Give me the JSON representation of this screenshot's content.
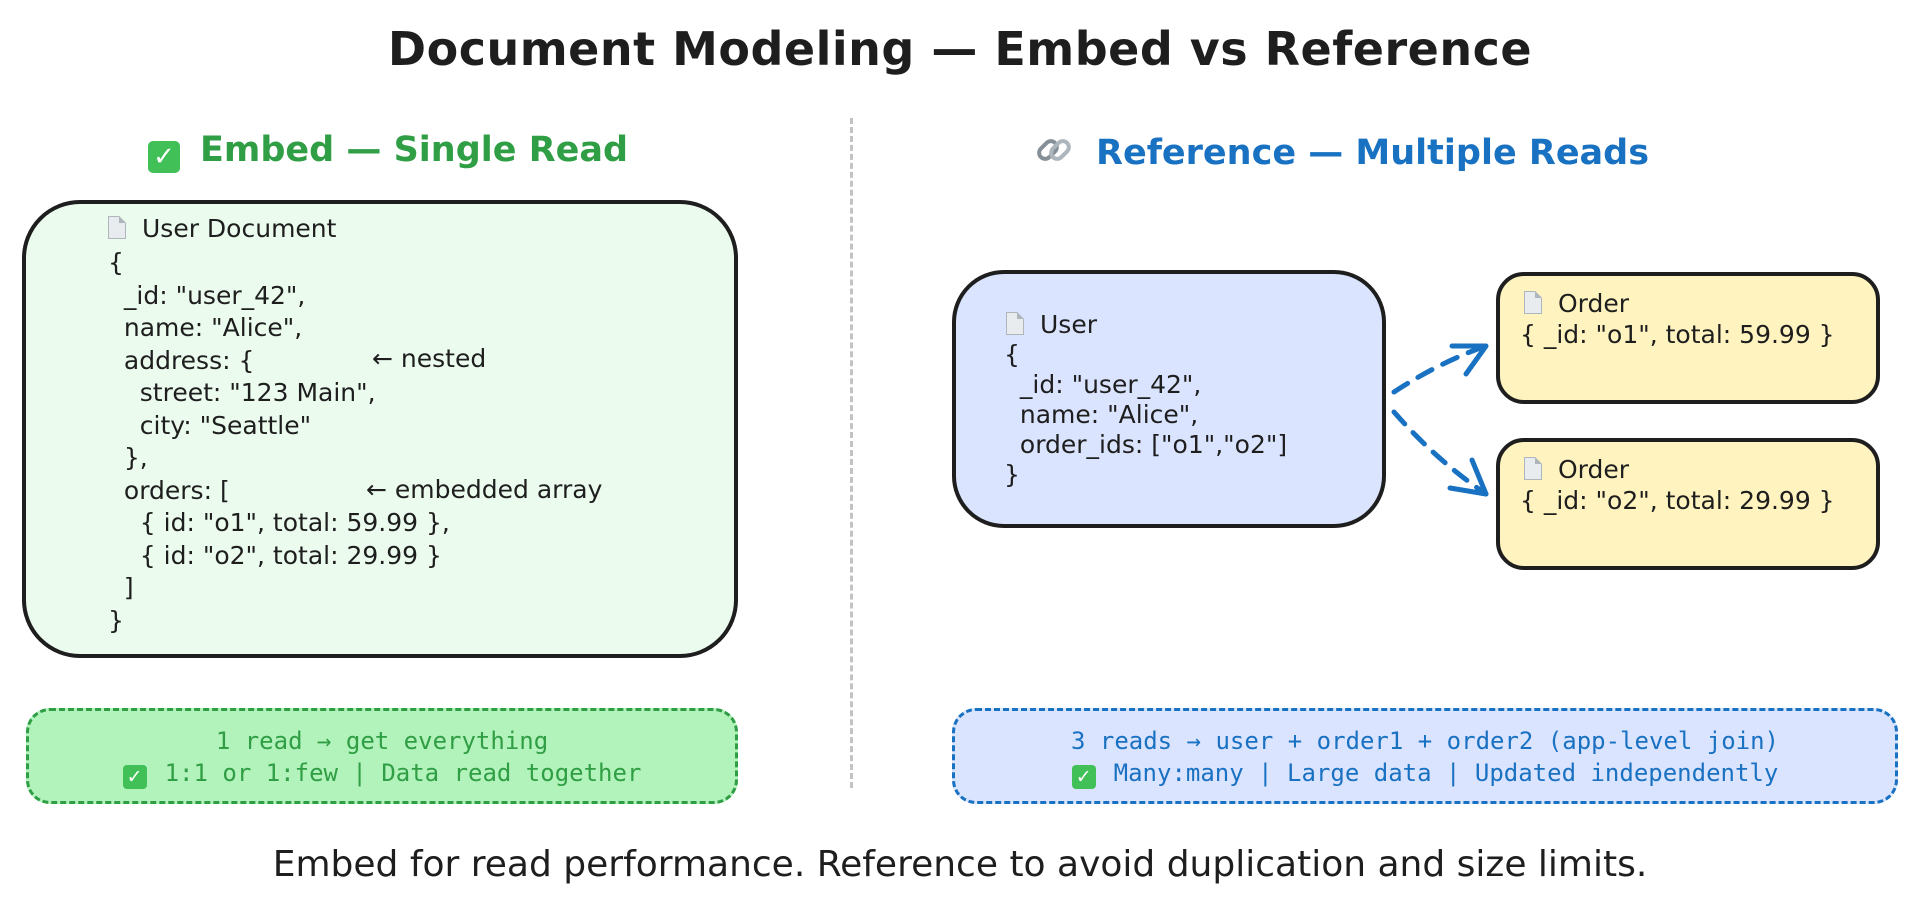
{
  "title": "Document Modeling — Embed vs Reference",
  "embed": {
    "heading": "Embed — Single Read",
    "doc_title": "User Document",
    "code": "{\n  _id: \"user_42\",\n  name: \"Alice\",\n  address: {\n    street: \"123 Main\",\n    city: \"Seattle\"\n  },\n  orders: [\n    { id: \"o1\", total: 59.99 },\n    { id: \"o2\", total: 29.99 }\n  ]\n}",
    "note_nested": "← nested",
    "note_array": "← embedded array",
    "summary_line1": "1 read → get everything",
    "summary_line2": "1:1 or 1:few | Data read together"
  },
  "reference": {
    "heading": "Reference — Multiple Reads",
    "user_title": "User",
    "user_code": "{\n  _id: \"user_42\",\n  name: \"Alice\",\n  order_ids: [\"o1\",\"o2\"]\n}",
    "order1_title": "Order",
    "order1_value": "{ _id: \"o1\", total: 59.99 }",
    "order2_title": "Order",
    "order2_value": "{ _id: \"o2\", total: 29.99 }",
    "summary_line1": "3 reads → user + order1 + order2 (app-level join)",
    "summary_line2": "Many:many | Large data | Updated independently"
  },
  "footer": "Embed for read performance. Reference to avoid duplication and size limits.",
  "icons": {
    "embed_heading": "check-icon",
    "reference_heading": "link-icon",
    "documents": "document-icon"
  },
  "colors": {
    "embed_accent": "#2f9e44",
    "reference_accent": "#1971c2",
    "embed_fill": "#ebfbee",
    "user_fill": "#dbe4ff",
    "order_fill": "#fff3bf"
  }
}
